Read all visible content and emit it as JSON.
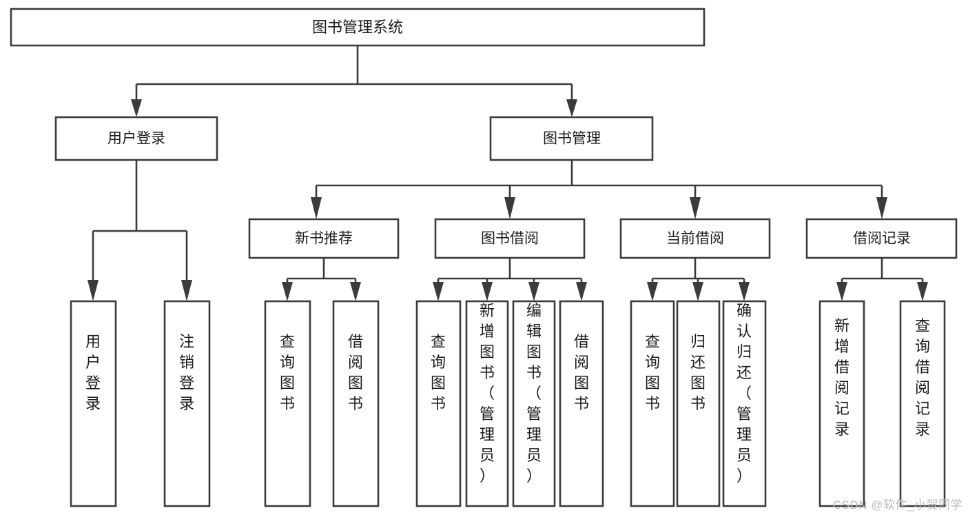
{
  "diagram": {
    "title": "图书管理系统",
    "type": "tree-hierarchy-chart",
    "colors": {
      "box_stroke": "#3b3b3b",
      "box_fill": "#ffffff",
      "text": "#1b1b1b",
      "background": "#ffffff",
      "watermark": "#b9b9b9"
    },
    "root": {
      "label": "图书管理系统"
    },
    "level2": [
      {
        "label": "用户登录"
      },
      {
        "label": "图书管理"
      }
    ],
    "level3": [
      {
        "label": "新书推荐"
      },
      {
        "label": "图书借阅"
      },
      {
        "label": "当前借阅"
      },
      {
        "label": "借阅记录"
      }
    ],
    "leaves": {
      "user_login": [
        {
          "label": "用户登录"
        },
        {
          "label": "注销登录"
        }
      ],
      "new_book_recommend": [
        {
          "label": "查询图书"
        },
        {
          "label": "借阅图书"
        }
      ],
      "book_borrow": [
        {
          "label": "查询图书"
        },
        {
          "label": "新增图书（管理员）"
        },
        {
          "label": "编辑图书（管理员）"
        },
        {
          "label": "借阅图书"
        }
      ],
      "current_borrow": [
        {
          "label": "查询图书"
        },
        {
          "label": "归还图书"
        },
        {
          "label": "确认归还（管理员）"
        }
      ],
      "borrow_record": [
        {
          "label": "新增借阅记录"
        },
        {
          "label": "查询借阅记录"
        }
      ]
    }
  },
  "watermark": {
    "text": "CSDN @软件_小贺同学"
  }
}
